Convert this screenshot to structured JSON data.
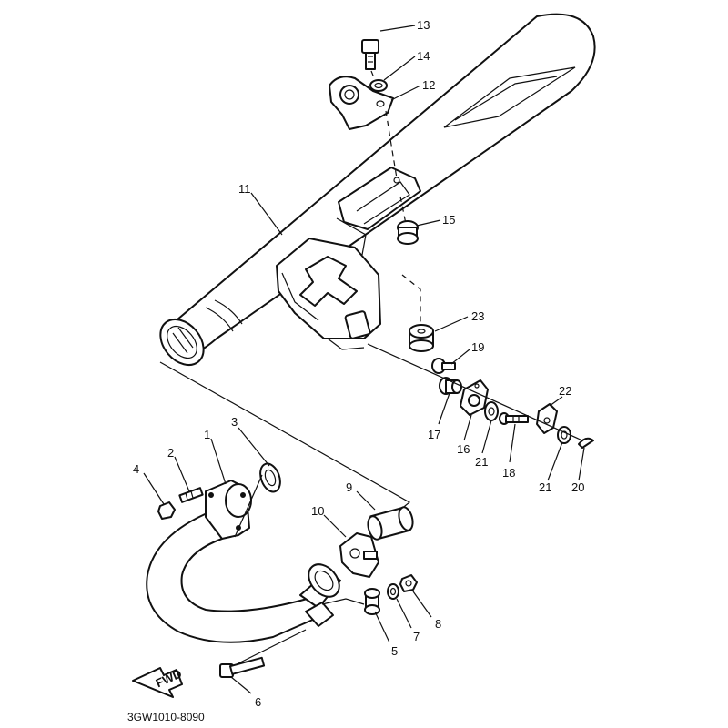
{
  "diagram": {
    "code": "3GW1010-8090",
    "fwd_label": "FWD",
    "callouts": [
      {
        "id": "c1",
        "label": "1"
      },
      {
        "id": "c2",
        "label": "2"
      },
      {
        "id": "c3",
        "label": "3"
      },
      {
        "id": "c4",
        "label": "4"
      },
      {
        "id": "c5",
        "label": "5"
      },
      {
        "id": "c6",
        "label": "6"
      },
      {
        "id": "c7",
        "label": "7"
      },
      {
        "id": "c8",
        "label": "8"
      },
      {
        "id": "c9",
        "label": "9"
      },
      {
        "id": "c10",
        "label": "10"
      },
      {
        "id": "c11",
        "label": "11"
      },
      {
        "id": "c12",
        "label": "12"
      },
      {
        "id": "c13",
        "label": "13"
      },
      {
        "id": "c14",
        "label": "14"
      },
      {
        "id": "c15",
        "label": "15"
      },
      {
        "id": "c16",
        "label": "16"
      },
      {
        "id": "c17",
        "label": "17"
      },
      {
        "id": "c18",
        "label": "18"
      },
      {
        "id": "c19",
        "label": "19"
      },
      {
        "id": "c20",
        "label": "20"
      },
      {
        "id": "c21a",
        "label": "21"
      },
      {
        "id": "c21b",
        "label": "21"
      },
      {
        "id": "c22",
        "label": "22"
      },
      {
        "id": "c23",
        "label": "23"
      }
    ]
  }
}
